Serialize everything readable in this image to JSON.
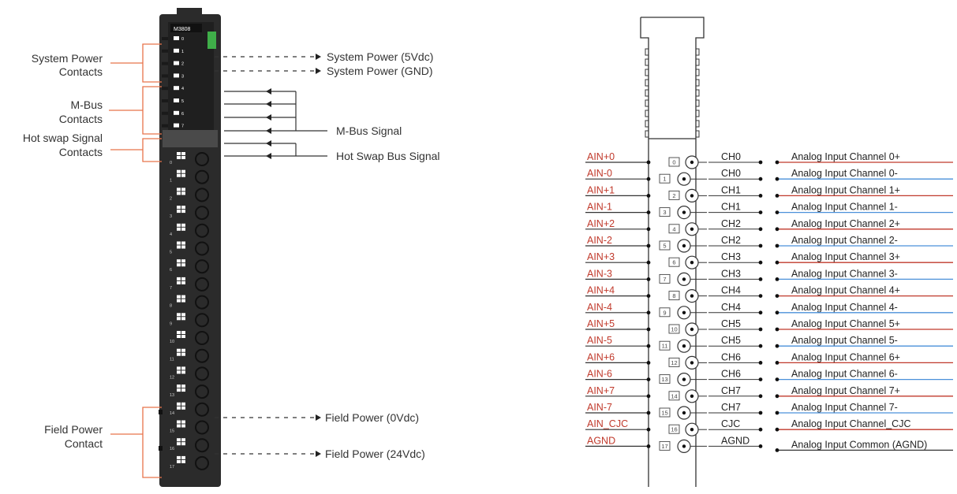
{
  "module": {
    "model": "M3808",
    "bus_pin_numbers": [
      "0",
      "1",
      "2",
      "3",
      "4",
      "5",
      "6",
      "7"
    ],
    "terminal_numbers": [
      "0",
      "1",
      "2",
      "3",
      "4",
      "5",
      "6",
      "7",
      "8",
      "9",
      "10",
      "11",
      "12",
      "13",
      "14",
      "15",
      "16",
      "17"
    ]
  },
  "left_labels": {
    "system_power_contacts": [
      "System Power",
      "Contacts"
    ],
    "mbus_contacts": [
      "M-Bus",
      "Contacts"
    ],
    "hot_swap_contacts": [
      "Hot swap Signal",
      "Contacts"
    ],
    "field_power_contact": [
      "Field Power",
      "Contact"
    ]
  },
  "right_labels": {
    "system_power_5v": "System Power (5Vdc)",
    "system_power_gnd": "System Power (GND)",
    "mbus_signal": "M-Bus Signal",
    "hot_swap_bus_signal": "Hot Swap Bus Signal",
    "field_power_0v": "Field Power (0Vdc)",
    "field_power_24v": "Field Power (24Vdc)"
  },
  "wiring": {
    "rows": [
      {
        "terminal": "0",
        "signal": "AIN+0",
        "channel": "CH0",
        "description": "Analog Input Channel 0+",
        "polarity": "pos"
      },
      {
        "terminal": "1",
        "signal": "AIN-0",
        "channel": "CH0",
        "description": "Analog Input Channel 0-",
        "polarity": "neg"
      },
      {
        "terminal": "2",
        "signal": "AIN+1",
        "channel": "CH1",
        "description": "Analog Input Channel 1+",
        "polarity": "pos"
      },
      {
        "terminal": "3",
        "signal": "AIN-1",
        "channel": "CH1",
        "description": "Analog Input Channel 1-",
        "polarity": "neg"
      },
      {
        "terminal": "4",
        "signal": "AIN+2",
        "channel": "CH2",
        "description": "Analog Input Channel 2+",
        "polarity": "pos"
      },
      {
        "terminal": "5",
        "signal": "AIN-2",
        "channel": "CH2",
        "description": "Analog Input Channel 2-",
        "polarity": "neg"
      },
      {
        "terminal": "6",
        "signal": "AIN+3",
        "channel": "CH3",
        "description": "Analog Input Channel 3+",
        "polarity": "pos"
      },
      {
        "terminal": "7",
        "signal": "AIN-3",
        "channel": "CH3",
        "description": "Analog Input Channel 3-",
        "polarity": "neg"
      },
      {
        "terminal": "8",
        "signal": "AIN+4",
        "channel": "CH4",
        "description": "Analog Input Channel 4+",
        "polarity": "pos"
      },
      {
        "terminal": "9",
        "signal": "AIN-4",
        "channel": "CH4",
        "description": "Analog Input Channel 4-",
        "polarity": "neg"
      },
      {
        "terminal": "10",
        "signal": "AIN+5",
        "channel": "CH5",
        "description": "Analog Input Channel 5+",
        "polarity": "pos"
      },
      {
        "terminal": "11",
        "signal": "AIN-5",
        "channel": "CH5",
        "description": "Analog Input Channel 5-",
        "polarity": "neg"
      },
      {
        "terminal": "12",
        "signal": "AIN+6",
        "channel": "CH6",
        "description": "Analog Input Channel 6+",
        "polarity": "pos"
      },
      {
        "terminal": "13",
        "signal": "AIN-6",
        "channel": "CH6",
        "description": "Analog Input Channel 6-",
        "polarity": "neg"
      },
      {
        "terminal": "14",
        "signal": "AIN+7",
        "channel": "CH7",
        "description": "Analog Input Channel 7+",
        "polarity": "pos"
      },
      {
        "terminal": "15",
        "signal": "AIN-7",
        "channel": "CH7",
        "description": "Analog Input Channel 7-",
        "polarity": "neg"
      },
      {
        "terminal": "16",
        "signal": "AIN_CJC",
        "channel": "CJC",
        "description": "Analog Input Channel_CJC",
        "polarity": "pos"
      },
      {
        "terminal": "17",
        "signal": "AGND",
        "channel": "AGND",
        "description": "Analog Input Common (AGND)",
        "polarity": "gnd"
      }
    ]
  },
  "colors": {
    "bracket": "#e8734a",
    "signal_label": "#c0392b",
    "positive_wire": "#c0392b",
    "negative_wire": "#4a90d9",
    "module_body": "#2b2b2b",
    "led_green": "#3fae49"
  }
}
